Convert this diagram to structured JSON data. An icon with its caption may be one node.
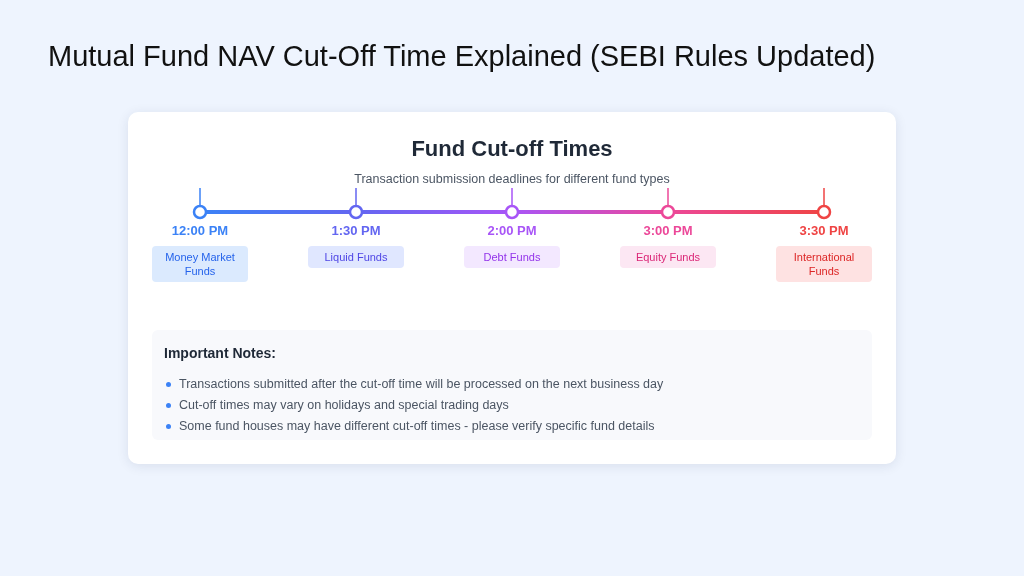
{
  "diagram": {
    "title": "Mutual Fund NAV Cut-Off Time Explained (SEBI Rules Updated)",
    "nodes": [
      {
        "text": [
          "Fund Cut-off Times",
          "Transaction submission deadlines for different fund types"
        ]
      },
      {
        "text": [
          "Money Market Funds"
        ],
        "beside": [
          "12:00 PM"
        ],
        "in": 0
      },
      {
        "text": [
          "Liquid Funds"
        ],
        "beside": [
          "1:30 PM"
        ],
        "in": 0
      },
      {
        "text": [
          "Debt Funds"
        ],
        "beside": [
          "2:00 PM"
        ],
        "in": 0
      },
      {
        "text": [
          "Equity Funds"
        ],
        "beside": [
          "3:00 PM"
        ],
        "in": 0
      },
      {
        "text": [
          "International Funds"
        ],
        "beside": [
          "3:30 PM"
        ],
        "in": 0
      },
      {
        "text": [
          "Important Notes:",
          "Transactions submitted after the cut-off time will be processed on the next business day",
          "Cut-off times may vary on holidays and special trading days",
          "Some fund houses may have different cut-off times - please verify specific fund details"
        ],
        "in": 0
      }
    ]
  }
}
